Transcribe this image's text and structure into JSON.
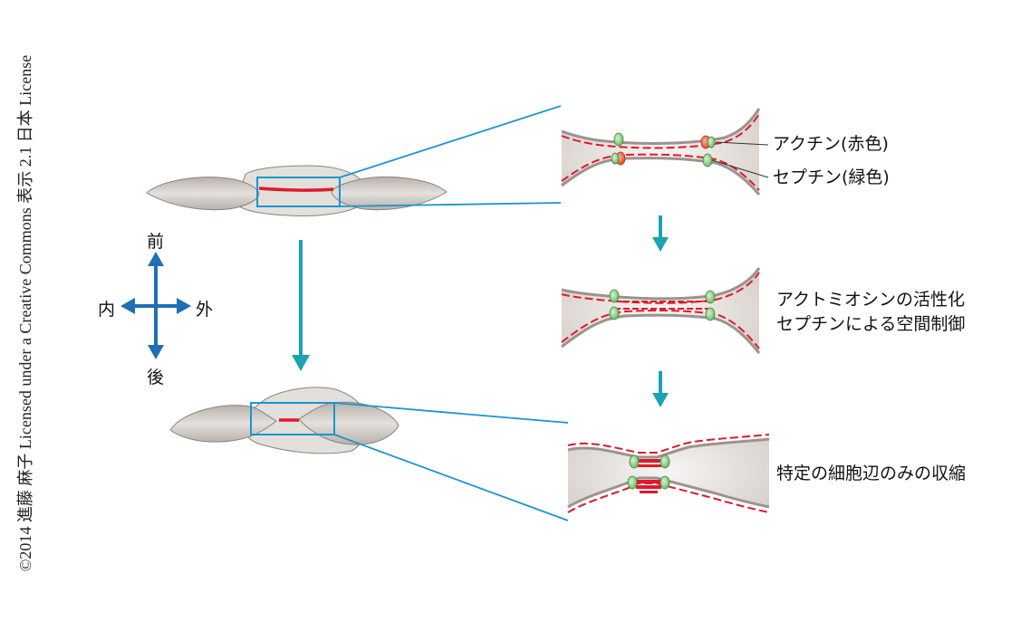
{
  "copyright": "©2014 進藤 麻子 Licensed under a Creative Commons 表示 2.1 日本 License",
  "directions": {
    "front": "前",
    "back": "後",
    "inner": "内",
    "outer": "外"
  },
  "labels": {
    "actin": "アクチン(赤色)",
    "septin": "セプチン(緑色)",
    "step2_line1": "アクトミオシンの活性化",
    "step2_line2": "セプチンによる空間制御",
    "step3": "特定の細胞辺のみの収縮"
  },
  "colors": {
    "actin": "#e0192b",
    "septin": "#7ec77c",
    "zoom_line": "#1a96cf",
    "step_arrow": "#1aa3b3",
    "direction_arrow": "#1f6fb5",
    "cell_fill": "#c9c1bb",
    "cell_outline": "#8a8480",
    "center_cell_fill": "#e3dfdb"
  }
}
